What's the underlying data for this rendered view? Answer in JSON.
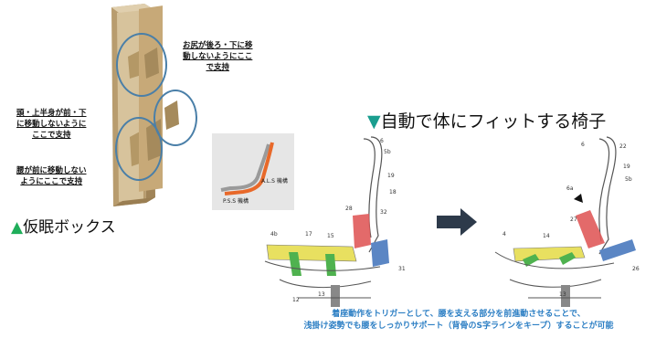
{
  "left_box": {
    "note_top_right": [
      "お尻が後ろ・下に移",
      "動しないようにここ",
      "で支持"
    ],
    "note_mid_left": [
      "頭・上半身が前・下",
      "に移動しないように",
      "ここで支持"
    ],
    "note_bottom_left": [
      "腰が前に移動しない",
      "ようにここで支持"
    ],
    "heading": "仮眠ボックス"
  },
  "inset": {
    "label_als": "A.L.S 機構",
    "label_pss": "P.S.S 機構"
  },
  "right": {
    "heading": "自動で体にフィットする椅子",
    "caption_line1": "着座動作をトリガーとして、腰を支える部分を前進動させることで、",
    "caption_line2": "浅掛け姿勢でも腰をしっかりサポート（背骨のS字ラインをキープ）することが可能"
  },
  "colors": {
    "box": "#cdb48a",
    "circle": "#4a7fa8",
    "red_part": "#e05a5a",
    "yellow_part": "#e8e060",
    "green_part": "#4fb24f",
    "blue_part": "#5b86c4",
    "orange_curve": "#e8692a",
    "arrow": "#2d3a4a"
  }
}
